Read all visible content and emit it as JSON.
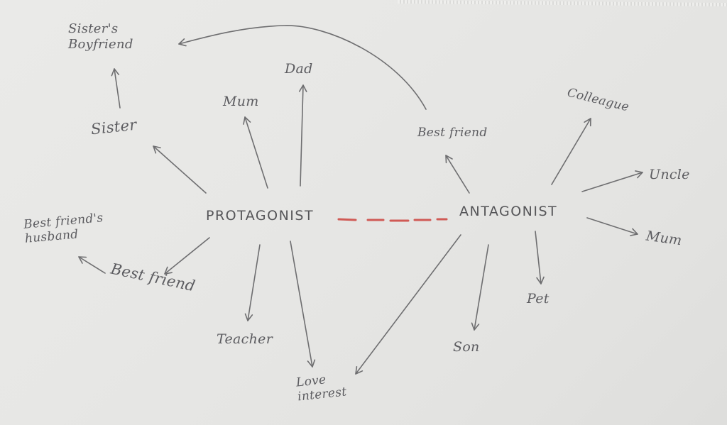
{
  "diagram": {
    "type": "character-relationship-map",
    "medium": "pencil on paper",
    "colors": {
      "paper": "#e7e7e5",
      "pencil": "#6e6e70",
      "rival_link": "#d05a55"
    },
    "central_nodes": {
      "protagonist": "PROTAGONIST",
      "antagonist": "ANTAGONIST"
    },
    "rival_link": {
      "from": "PROTAGONIST",
      "to": "ANTAGONIST",
      "style": "red dashed line"
    },
    "protagonist_relations": {
      "sister": "Sister",
      "sisters_boyfriend": "Sister's\nBoyfriend",
      "mum": "Mum",
      "dad": "Dad",
      "best_friend": "Best friend",
      "best_friends_husband": "Best friend's\nhusband",
      "teacher": "Teacher",
      "love_interest": "Love\ninterest"
    },
    "antagonist_relations": {
      "best_friend": "Best friend",
      "colleague": "Colleague",
      "uncle": "Uncle",
      "mum": "Mum",
      "pet": "Pet",
      "son": "Son"
    },
    "edges": [
      {
        "from": "PROTAGONIST",
        "to": "Sister"
      },
      {
        "from": "Sister",
        "to": "Sister's Boyfriend"
      },
      {
        "from": "PROTAGONIST",
        "to": "Mum"
      },
      {
        "from": "PROTAGONIST",
        "to": "Dad"
      },
      {
        "from": "PROTAGONIST",
        "to": "Best friend"
      },
      {
        "from": "Best friend",
        "to": "Best friend's husband"
      },
      {
        "from": "PROTAGONIST",
        "to": "Teacher"
      },
      {
        "from": "PROTAGONIST",
        "to": "Love interest"
      },
      {
        "from": "ANTAGONIST",
        "to": "Best friend (antagonist)"
      },
      {
        "from": "Best friend (antagonist)",
        "to": "Sister's Boyfriend",
        "style": "curved"
      },
      {
        "from": "ANTAGONIST",
        "to": "Colleague"
      },
      {
        "from": "ANTAGONIST",
        "to": "Uncle"
      },
      {
        "from": "ANTAGONIST",
        "to": "Mum (antagonist)"
      },
      {
        "from": "ANTAGONIST",
        "to": "Pet"
      },
      {
        "from": "ANTAGONIST",
        "to": "Son"
      },
      {
        "from": "ANTAGONIST",
        "to": "Love interest"
      }
    ]
  }
}
